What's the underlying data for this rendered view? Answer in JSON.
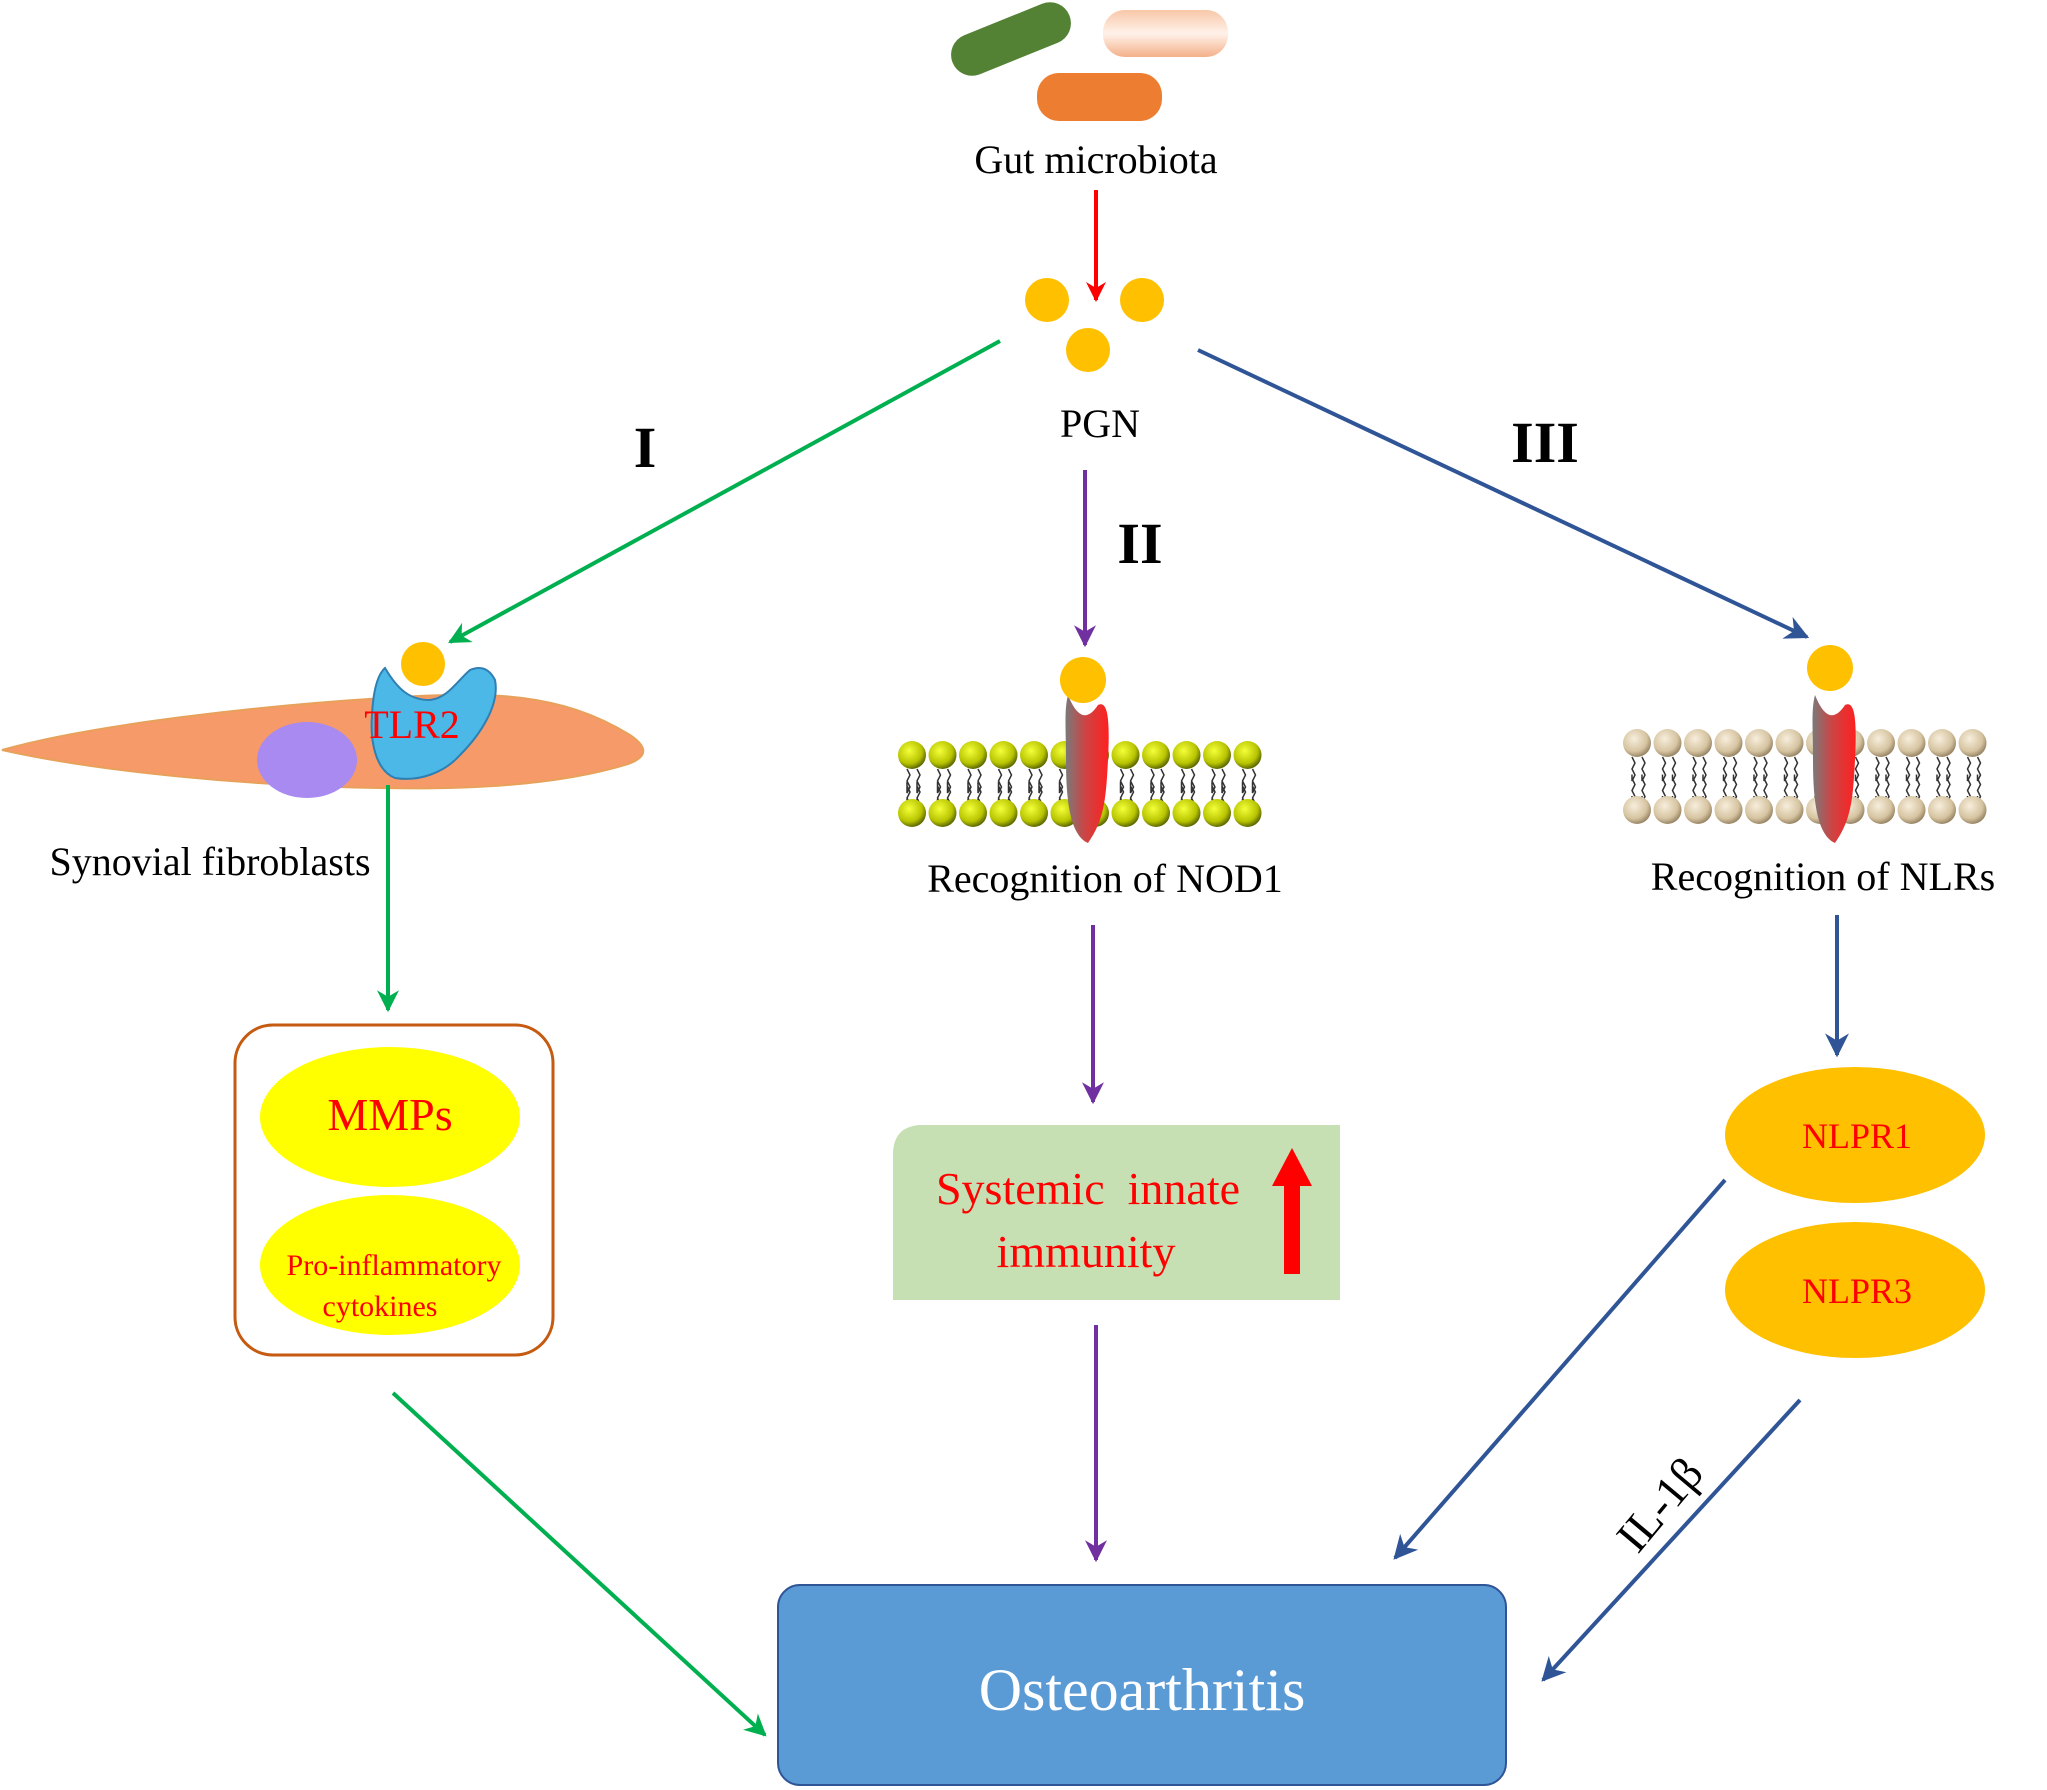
{
  "source": {
    "label": "Gut microbiota"
  },
  "ligand": {
    "label": "PGN"
  },
  "pathways": {
    "one": {
      "numeral": "I"
    },
    "two": {
      "numeral": "II"
    },
    "three": {
      "numeral": "III"
    }
  },
  "receptor_tlr2": {
    "label": "TLR2"
  },
  "cell": {
    "label": "Synovial fibroblasts"
  },
  "effectors": {
    "mmps": "MMPs",
    "cytokines_line1": "Pro-inflammatory",
    "cytokines_line2": "cytokines"
  },
  "nod1": {
    "label": "Recognition of NOD1"
  },
  "nlrs": {
    "label": "Recognition of NLRs"
  },
  "immunity": {
    "line1": "Systemic  innate",
    "line2": "immunity"
  },
  "inflammasomes": {
    "nlpr1": "NLPR1",
    "nlpr3": "NLPR3"
  },
  "cytokine": {
    "label": "IL-1β"
  },
  "outcome": {
    "label": "Osteoarthritis"
  },
  "colors": {
    "green_arrow": "#00B050",
    "purple_arrow": "#7030A0",
    "blue_arrow": "#2F5597",
    "red_arrow": "#FF0000",
    "pgn_dot": "#FFC000",
    "fibroblast": "#F79A6A",
    "nucleus": "#A98AF0",
    "tlr2": "#4BB8E8",
    "effector_ellipse": "#FFFF00",
    "immunity_box": "#C6E0B4",
    "inflammasome": "#FFC000",
    "osteoarthritis_box": "#5B9BD5",
    "label_red": "#FF0000"
  }
}
